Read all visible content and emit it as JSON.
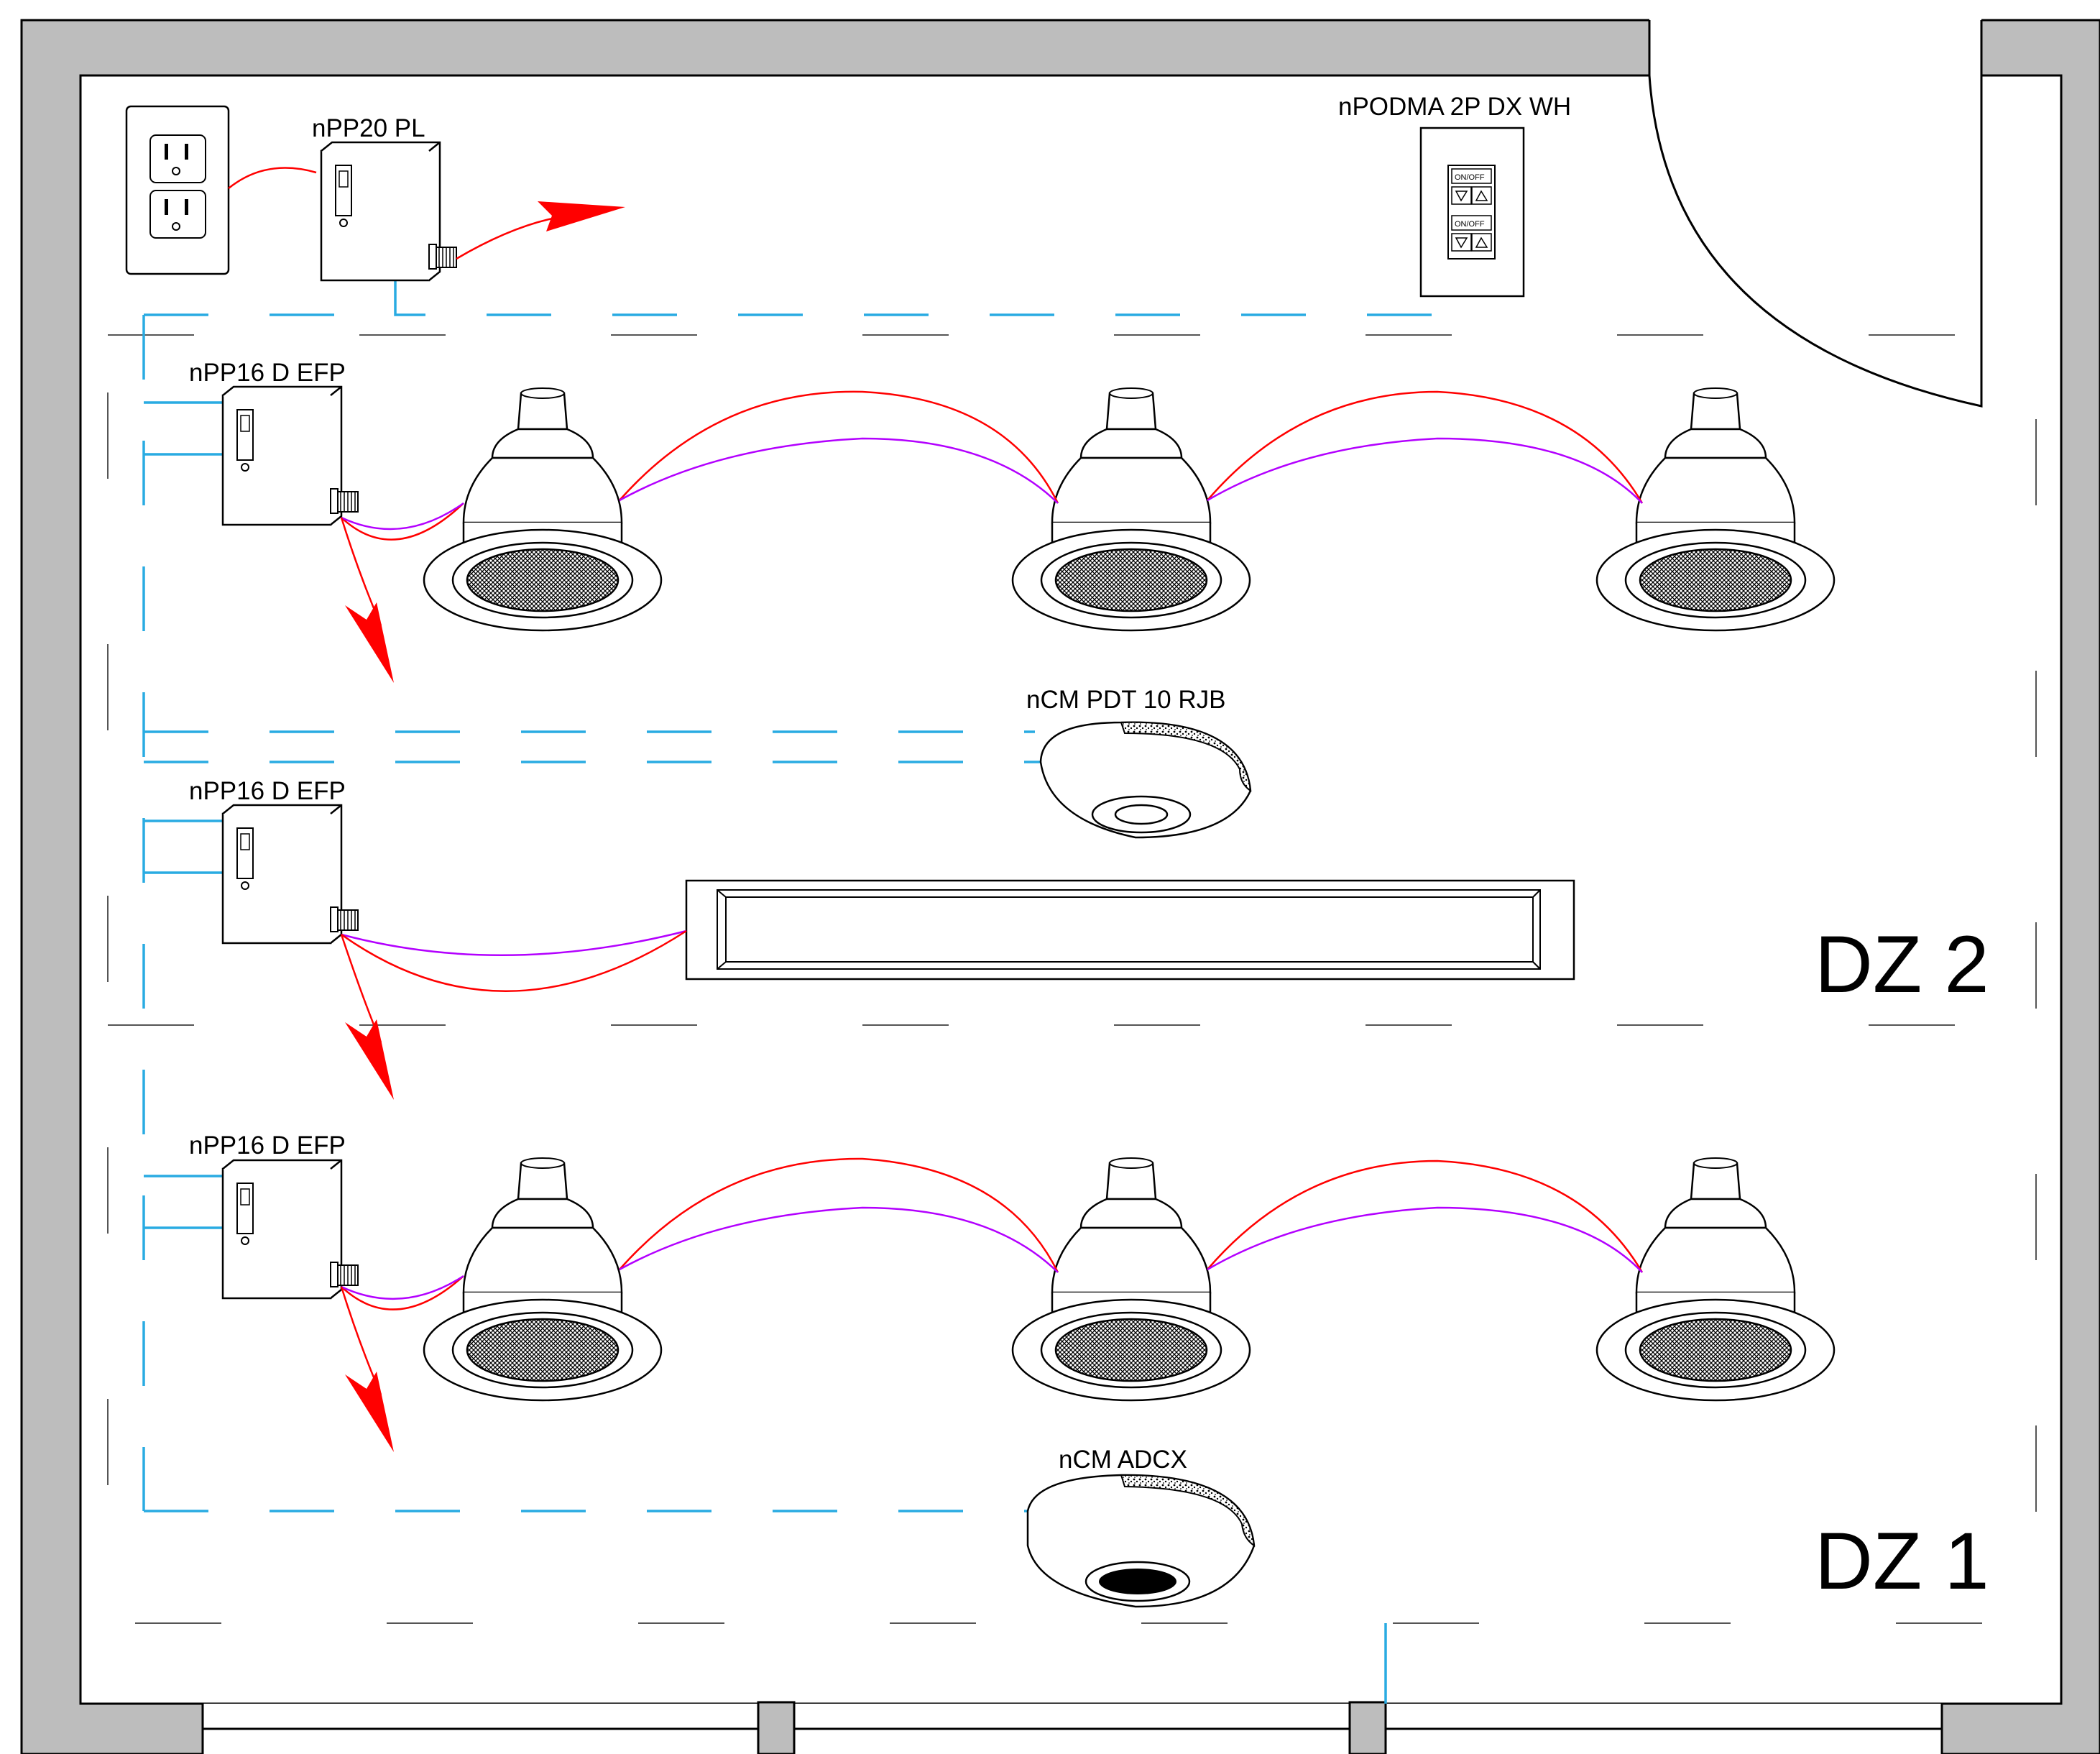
{
  "diagram": {
    "labels": {
      "receptacle_pack": "nPP20 PL",
      "wall_station": "nPODMA 2P DX WH",
      "power_pack_1": "nPP16 D EFP",
      "power_pack_2": "nPP16 D EFP",
      "power_pack_3": "nPP16 D EFP",
      "occupancy_sensor": "nCM PDT 10 RJB",
      "daylight_sensor": "nCM ADCX"
    },
    "zones": {
      "zone_upper": "DZ 2",
      "zone_lower": "DZ 1"
    },
    "wall_station_buttons": [
      "ON/OFF",
      "ON/OFF"
    ],
    "colors": {
      "wall": "#bdbdbd",
      "network_cable": "#29abe2",
      "line_voltage": "#ff0000",
      "dimming_wire": "#b300ff",
      "outline": "#000000",
      "zone_boundary": "#555555"
    }
  }
}
